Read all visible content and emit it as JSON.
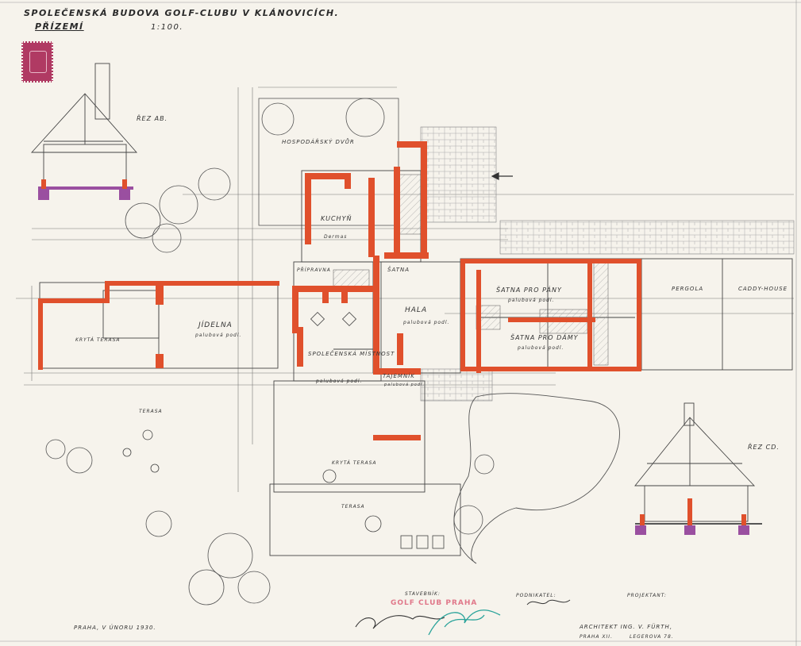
{
  "sheet": {
    "title_line1": "SPOLEČENSKÁ BUDOVA GOLF-CLUBU V KLÁNOVICÍCH.",
    "title_line2": "PŘÍZEMÍ",
    "scale": "1:100."
  },
  "sections": {
    "aa_label": "ŘEZ AB.",
    "cc_label": "ŘEZ CD."
  },
  "rooms": {
    "yard": "HOSPODÁŘSKÝ DVŮR",
    "kitchen": "KUCHYŇ",
    "kitchen_floor": "Dermas",
    "pantry": "PŘÍPRAVNA",
    "coatroom": "ŠATNA",
    "hall": "HALA",
    "hall_floor": "palubová podl.",
    "dining": "JÍDELNA",
    "dining_floor": "palubová podl.",
    "social_room": "SPOLEČENSKÁ MÍSTNOST",
    "social_floor": "palubová podl.",
    "office": "TAJEMNÍK",
    "office_floor": "palubová podl.",
    "gents": "ŠATNA PRO PÁNY",
    "gents_floor": "palubová podl.",
    "ladies": "ŠATNA PRO DÁMY",
    "ladies_floor": "palubová podl.",
    "covered_terrace_w": "KRYTÁ TERASA",
    "covered_terrace_s": "KRYTÁ TERASA",
    "terrace_w": "TERASA",
    "terrace_s": "TERASA",
    "pergola": "PERGOLA",
    "caddy": "CADDY-HOUSE"
  },
  "title_block": {
    "builder_label": "STAVEBNÍK:",
    "builder_stamp": "GOLF CLUB PRAHA",
    "contractor_label": "PODNIKATEL:",
    "designer_label": "PROJEKTANT:",
    "date_line": "PRAHA, V ÚNORU 1930.",
    "architect_line1": "ARCHITEKT ING. V. FÜRTH,",
    "architect_line2": "PRAHA XII.",
    "architect_line3": "LEGEROVA 78."
  },
  "colors": {
    "paper": "#f6f3ec",
    "ink": "#3a3a3a",
    "wall_red": "#e0502c",
    "footing_purple": "#9a4fa0",
    "stamp_magenta": "#b03a63",
    "builder_stamp_red": "#e0788a",
    "signature_teal": "#2aa39a"
  },
  "icons": {
    "revenue_stamp": "stamp-icon",
    "north_arrow": "arrow-icon"
  }
}
